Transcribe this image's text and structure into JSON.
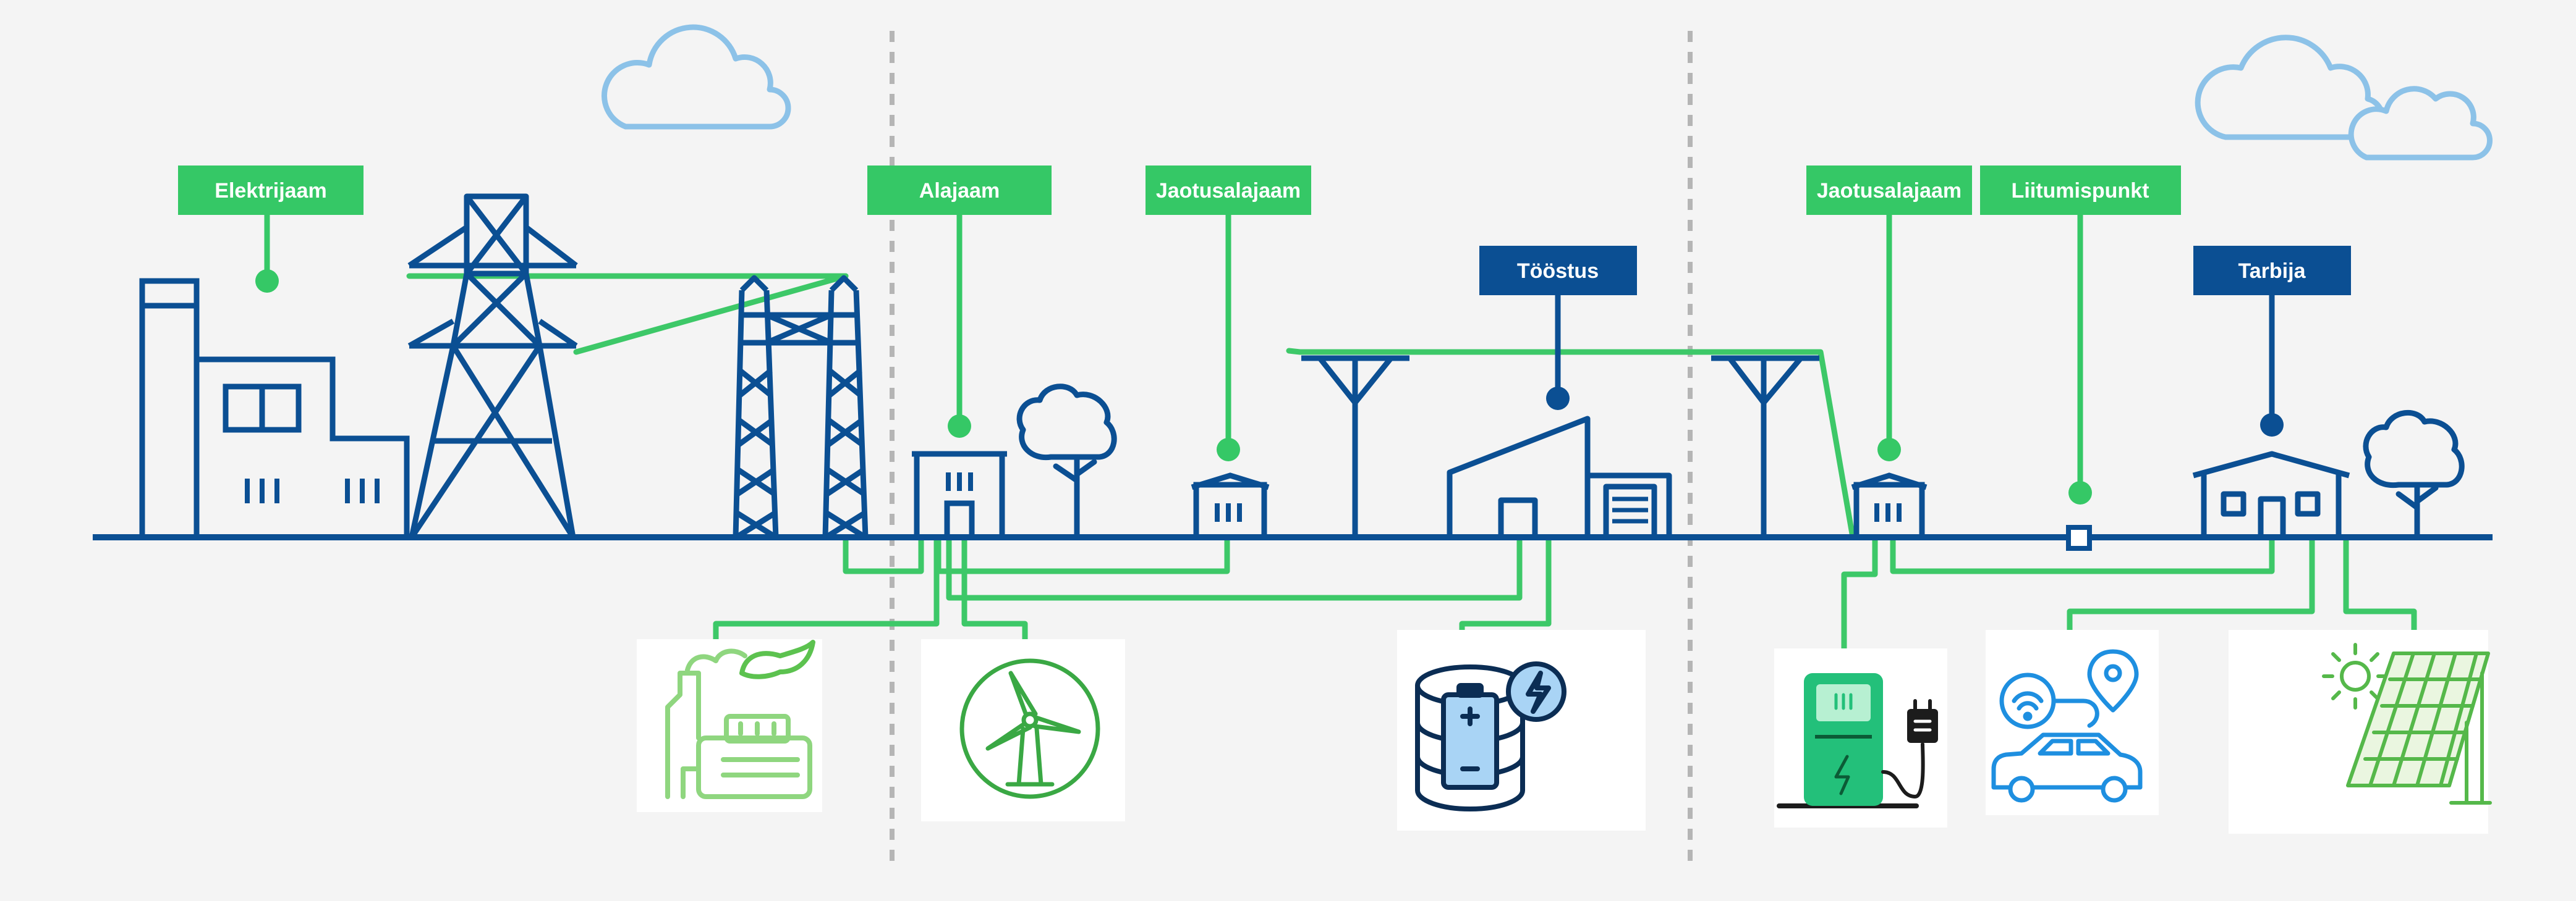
{
  "colors": {
    "background": "#f4f4f4",
    "grid_blue": "#0b4f93",
    "accent_green": "#3dc868",
    "label_green": "#35c866",
    "label_blue": "#0b4f93",
    "cloud_blue": "#8cc2e8",
    "divider_gray": "#b5b5b5"
  },
  "labels": {
    "power_plant": "Elektrijaam",
    "substation": "Alajaam",
    "distribution_substation_1": "Jaotusalajaam",
    "industry": "Tööstus",
    "distribution_substation_2": "Jaotusalajaam",
    "connection_point": "Liitumispunkt",
    "consumer": "Tarbija"
  },
  "icons": [
    "cloud-icon",
    "power-plant-icon",
    "transmission-tower-icon",
    "substation-building-icon",
    "tree-icon",
    "distribution-pole-icon",
    "factory-icon",
    "house-icon",
    "biogas-plant-icon",
    "wind-turbine-icon",
    "battery-storage-icon",
    "ev-charger-icon",
    "connected-car-icon",
    "solar-panel-icon"
  ]
}
